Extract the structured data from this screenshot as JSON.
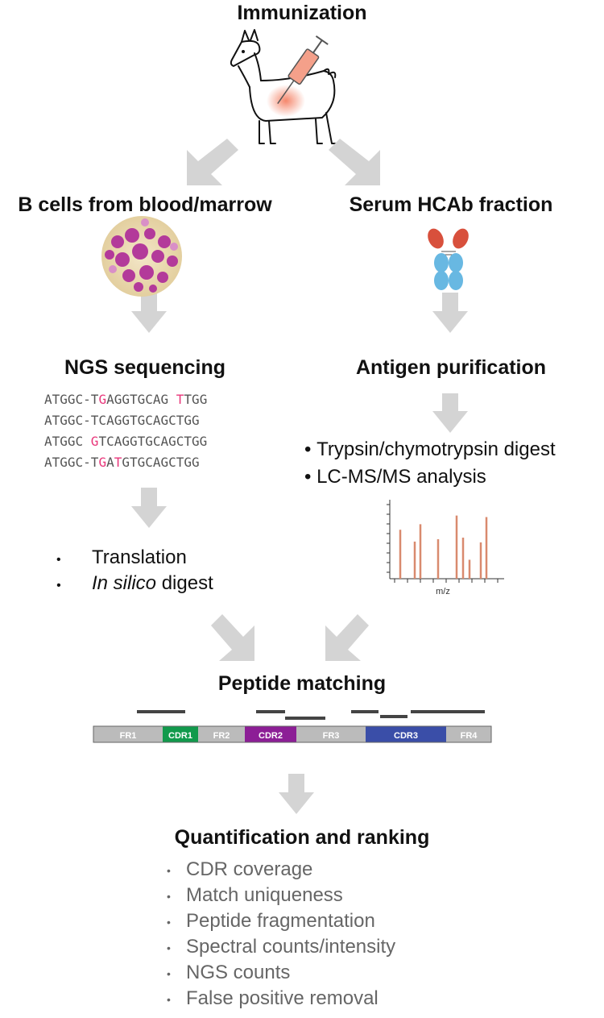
{
  "title": "Immunization",
  "left_branch": {
    "title": "B cells from blood/marrow",
    "step": "NGS sequencing",
    "sequences": [
      [
        "ATGGC-T",
        "G",
        "AGGTGCAG ",
        "T",
        "TGG"
      ],
      [
        "ATGGC-TCAGGTGCAGCTGG"
      ],
      [
        "ATGGC ",
        "G",
        "TCAGGTGCAGCTGG"
      ],
      [
        "ATGGC-T",
        "G",
        "A",
        "T",
        "GTGCAGCTGG"
      ]
    ],
    "bullets": [
      {
        "marker": "•",
        "text": "Translation"
      },
      {
        "marker": "•",
        "text_italic": "In silico",
        "text": " digest"
      }
    ]
  },
  "right_branch": {
    "title": "Serum HCAb fraction",
    "step": "Antigen purification",
    "bullets": [
      {
        "marker": "•",
        "text": "Trypsin/chymotrypsin digest"
      },
      {
        "marker": "•",
        "text": "LC-MS/MS analysis"
      }
    ]
  },
  "chart_data": {
    "type": "bar",
    "xlabel": "m/z",
    "ylabel": "",
    "values": [
      0.62,
      0.47,
      0.69,
      0.5,
      0.8,
      0.52,
      0.24,
      0.46,
      0.78
    ],
    "color": "#d98a6e"
  },
  "matching": {
    "title": "Peptide matching",
    "regions": [
      "FR1",
      "CDR1",
      "FR2",
      "CDR2",
      "FR3",
      "CDR3",
      "FR4"
    ],
    "region_colors": {
      "FR": "#bbbbbb",
      "CDR1": "#119a4c",
      "CDR2": "#8c1e96",
      "CDR3": "#3a4ea8"
    }
  },
  "quantification": {
    "title": "Quantification and ranking",
    "items": [
      "CDR coverage",
      "Match uniqueness",
      "Peptide fragmentation",
      "Spectral counts/intensity",
      "NGS counts",
      "False positive removal"
    ]
  }
}
